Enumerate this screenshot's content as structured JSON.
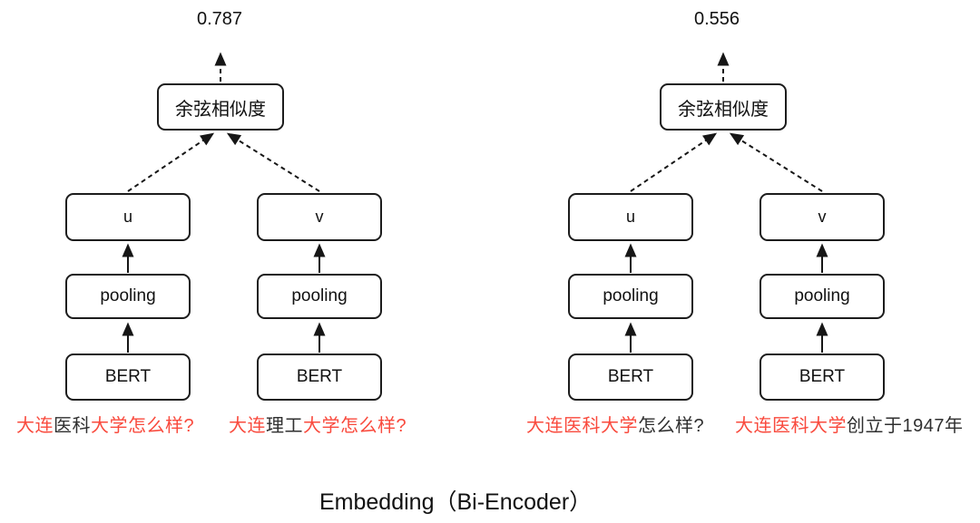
{
  "diagram": {
    "caption": "Embedding（Bi-Encoder）",
    "colors": {
      "red": "#f94a3d",
      "ink": "#2f2f2f"
    },
    "groups": [
      {
        "score": "0.787",
        "similarity_label": "余弦相似度",
        "left_tower": {
          "vector": "u",
          "pooling": "pooling",
          "encoder": "BERT"
        },
        "right_tower": {
          "vector": "v",
          "pooling": "pooling",
          "encoder": "BERT"
        },
        "left_sentence": [
          {
            "text": "大连",
            "red": true
          },
          {
            "text": "医科",
            "red": false
          },
          {
            "text": "大学怎么样?",
            "red": true
          }
        ],
        "right_sentence": [
          {
            "text": "大连",
            "red": true
          },
          {
            "text": "理工",
            "red": false
          },
          {
            "text": "大学怎么样?",
            "red": true
          }
        ]
      },
      {
        "score": "0.556",
        "similarity_label": "余弦相似度",
        "left_tower": {
          "vector": "u",
          "pooling": "pooling",
          "encoder": "BERT"
        },
        "right_tower": {
          "vector": "v",
          "pooling": "pooling",
          "encoder": "BERT"
        },
        "left_sentence": [
          {
            "text": "大连医科大学",
            "red": true
          },
          {
            "text": "怎么样?",
            "red": false
          }
        ],
        "right_sentence": [
          {
            "text": "大连医科大学",
            "red": true
          },
          {
            "text": "创立于1947年",
            "red": false
          }
        ]
      }
    ]
  }
}
